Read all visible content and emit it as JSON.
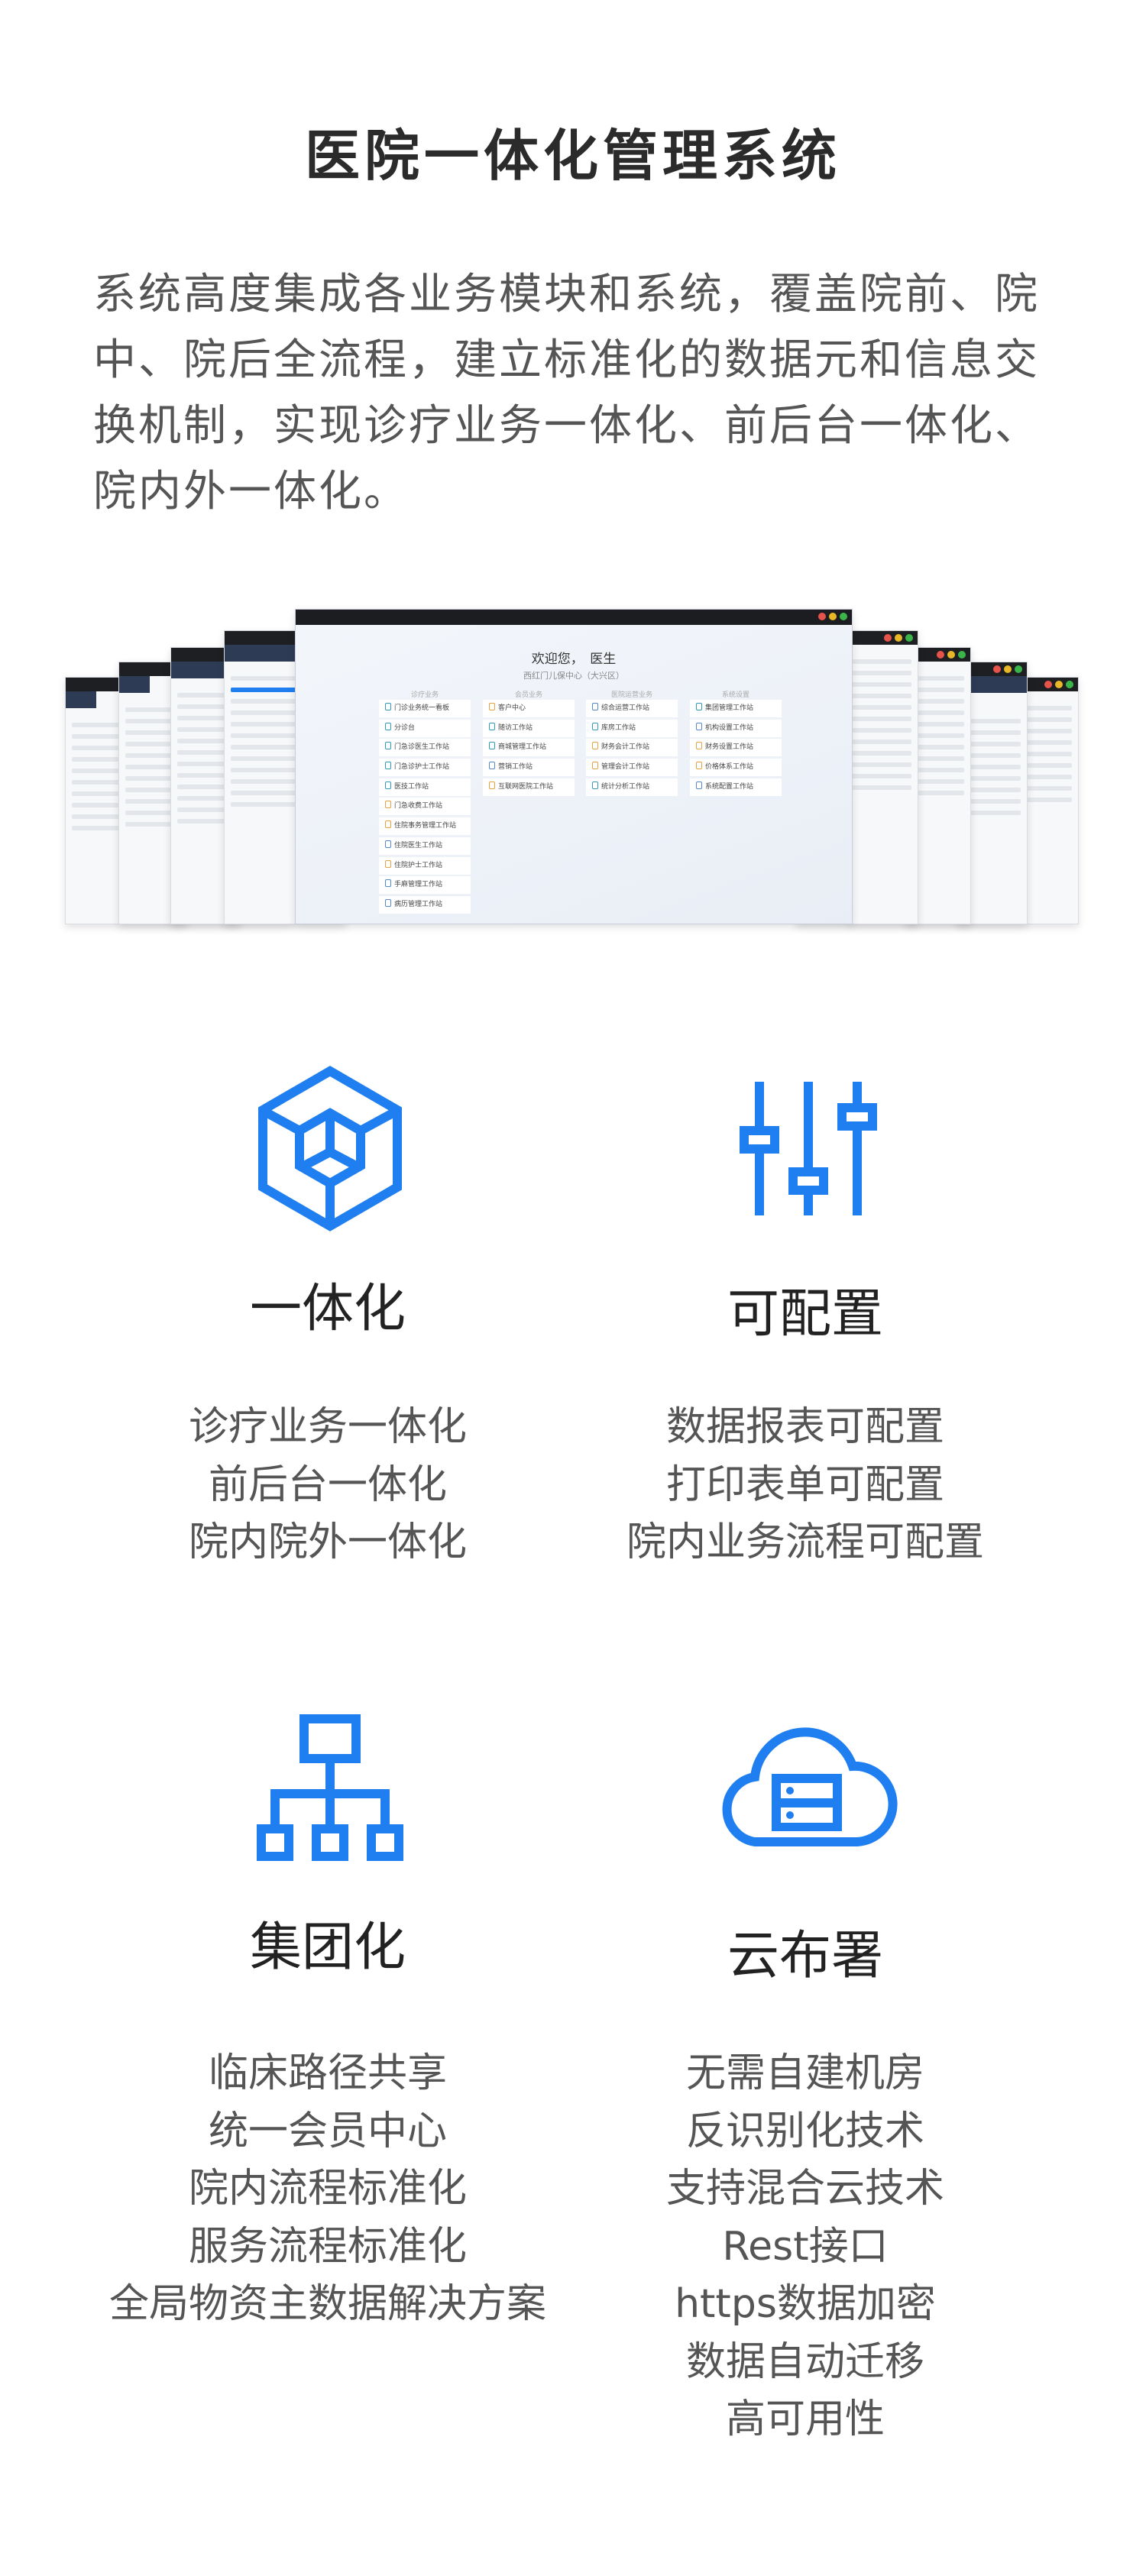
{
  "title": "医院一体化管理系统",
  "intro": "系统高度集成各业务模块和系统，覆盖院前、院中、院后全流程，建立标准化的数据元和信息交换机制，实现诊疗业务一体化、前后台一体化、院内外一体化。",
  "accent_color": "#1f7ff0",
  "screenshot": {
    "welcome": "欢迎您，　医生",
    "org": "西红门儿保中心（大兴区）",
    "columns": [
      {
        "header": "诊疗业务",
        "items": [
          "门诊业务统一看板",
          "分诊台",
          "门急诊医生工作站",
          "门急诊护士工作站",
          "医技工作站",
          "门急收费工作站",
          "住院事务管理工作站",
          "住院医生工作站",
          "住院护士工作站",
          "手麻管理工作站",
          "病历管理工作站"
        ]
      },
      {
        "header": "会员业务",
        "items": [
          "客户中心",
          "随访工作站",
          "商城管理工作站",
          "营销工作站",
          "互联网医院工作站"
        ]
      },
      {
        "header": "医院运营业务",
        "items": [
          "综合运营工作站",
          "库房工作站",
          "财务会计工作站",
          "管理会计工作站",
          "统计分析工作站"
        ]
      },
      {
        "header": "系统设置",
        "items": [
          "集团管理工作站",
          "机构设置工作站",
          "财务设置工作站",
          "价格体系工作站",
          "系统配置工作站"
        ]
      }
    ]
  },
  "features": [
    {
      "icon": "cube-icon",
      "title": "一体化",
      "items": [
        "诊疗业务一体化",
        "前后台一体化",
        "院内院外一体化"
      ]
    },
    {
      "icon": "sliders-icon",
      "title": "可配置",
      "items": [
        "数据报表可配置",
        "打印表单可配置",
        "院内业务流程可配置"
      ]
    },
    {
      "icon": "org-chart-icon",
      "title": "集团化",
      "items": [
        "临床路径共享",
        "统一会员中心",
        "院内流程标准化",
        "服务流程标准化",
        "全局物资主数据解决方案"
      ]
    },
    {
      "icon": "cloud-server-icon",
      "title": "云布署",
      "items": [
        "无需自建机房",
        "反识别化技术",
        "支持混合云技术",
        "Rest接口",
        "https数据加密",
        "数据自动迁移",
        "高可用性"
      ]
    }
  ]
}
